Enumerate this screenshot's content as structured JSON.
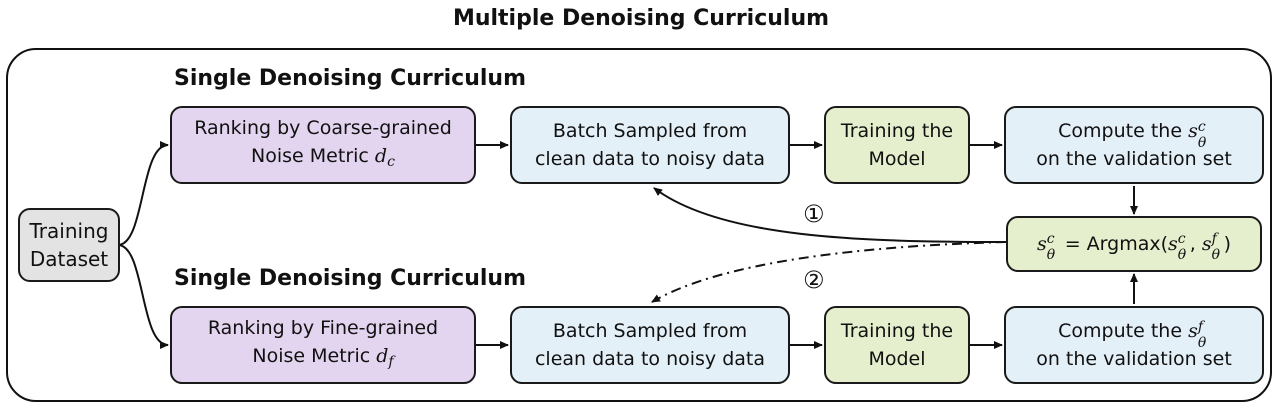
{
  "title": "Multiple Denoising Curriculum",
  "top_section": {
    "label": "Single Denoising Curriculum"
  },
  "bottom_section": {
    "label": "Single Denoising Curriculum"
  },
  "training_dataset": {
    "line1": "Training",
    "line2": "Dataset"
  },
  "top_row": {
    "ranking": {
      "line1": "Ranking by Coarse-grained",
      "line2": "Noise Metric",
      "symbol": "d",
      "subscript": "c"
    },
    "batch": {
      "line1": "Batch Sampled from",
      "line2": "clean data to noisy data"
    },
    "train": {
      "line1": "Training the",
      "line2": "Model"
    },
    "compute": {
      "line1": "Compute the",
      "line2": "on the validation set",
      "symbol": "s",
      "superscript": "c",
      "subscript": "θ"
    }
  },
  "bottom_row": {
    "ranking": {
      "line1": "Ranking by Fine-grained",
      "line2": "Noise Metric",
      "symbol": "d",
      "subscript": "f"
    },
    "batch": {
      "line1": "Batch Sampled from",
      "line2": "clean data to noisy data"
    },
    "train": {
      "line1": "Training the",
      "line2": "Model"
    },
    "compute": {
      "line1": "Compute the",
      "line2": "on the validation set",
      "symbol": "s",
      "superscript": "f",
      "subscript": "θ"
    }
  },
  "argmax": {
    "lhs_sym": "s",
    "lhs_sup": "c",
    "lhs_sub": "θ",
    "eq": "=",
    "func": "Argmax(",
    "a_sym": "s",
    "a_sup": "c",
    "a_sub": "θ",
    "comma": ",",
    "b_sym": "s",
    "b_sup": "f",
    "b_sub": "θ",
    "close": ")"
  },
  "markers": {
    "one": "①",
    "two": "②"
  },
  "colors": {
    "ranking": "#e3d5f0",
    "batch": "#e4f0f8",
    "train": "#e6efcd",
    "dataset": "#e3e3e3",
    "argmax": "#e6efcd"
  }
}
